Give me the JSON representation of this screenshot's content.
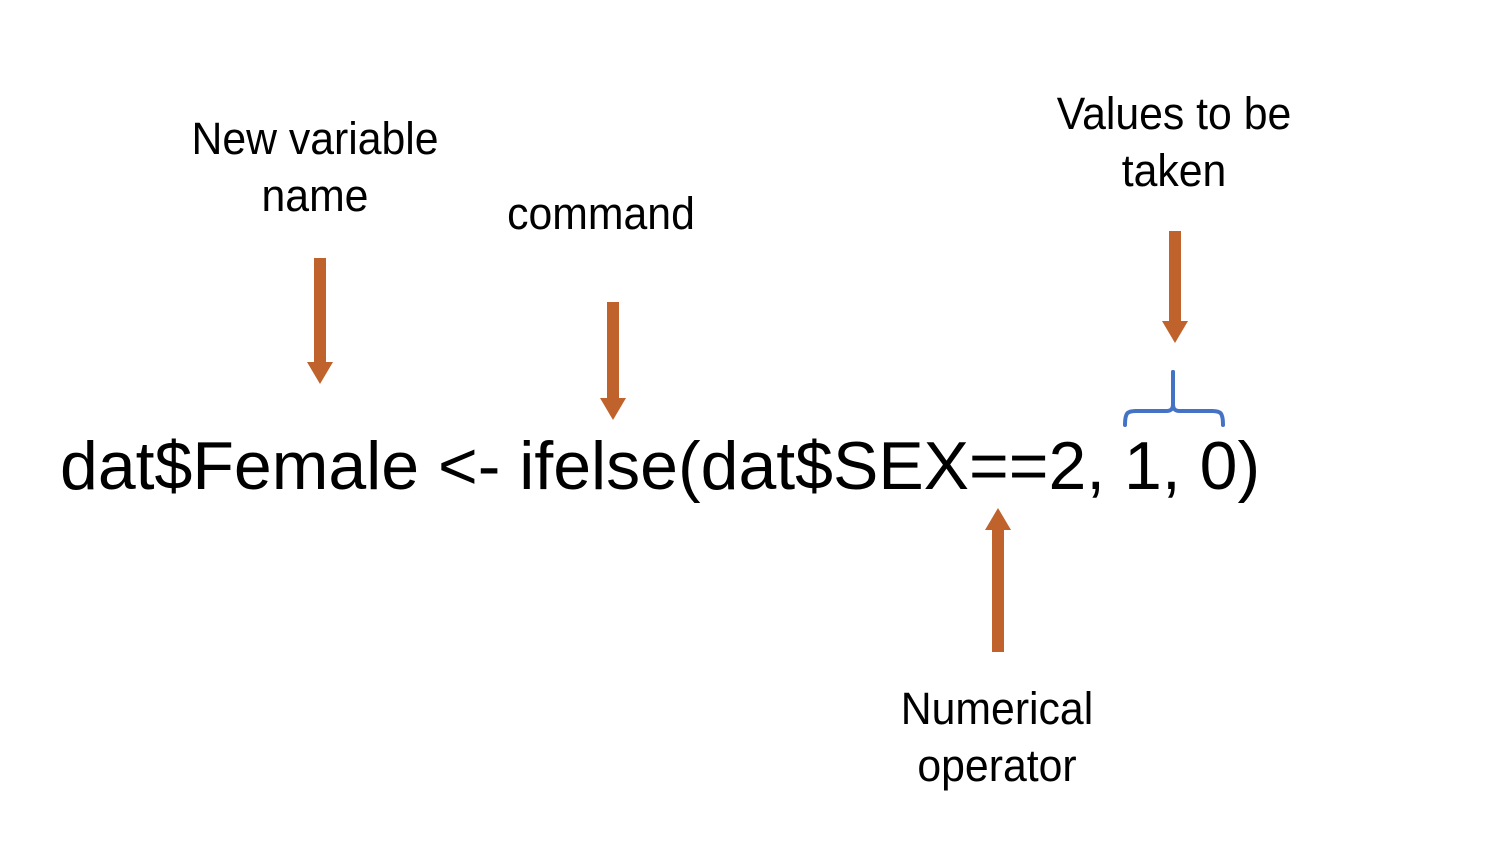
{
  "code": {
    "line": "dat$Female <- ifelse(dat$SEX==2, 1, 0)"
  },
  "labels": {
    "new_variable": {
      "line1": "New variable",
      "line2": "name"
    },
    "command": {
      "line1": "command"
    },
    "values_taken": {
      "line1": "Values to be",
      "line2": "taken"
    },
    "numerical_operator": {
      "line1": "Numerical",
      "line2": "operator"
    }
  },
  "icons": {
    "arrow_new_variable": "arrow-down",
    "arrow_command": "arrow-down",
    "arrow_values": "arrow-down",
    "arrow_operator": "arrow-up",
    "values_brace": "curly-brace-up"
  },
  "colors": {
    "arrow": "#C0622B",
    "brace": "#4472C4",
    "text": "#000000",
    "background": "#FFFFFF"
  }
}
